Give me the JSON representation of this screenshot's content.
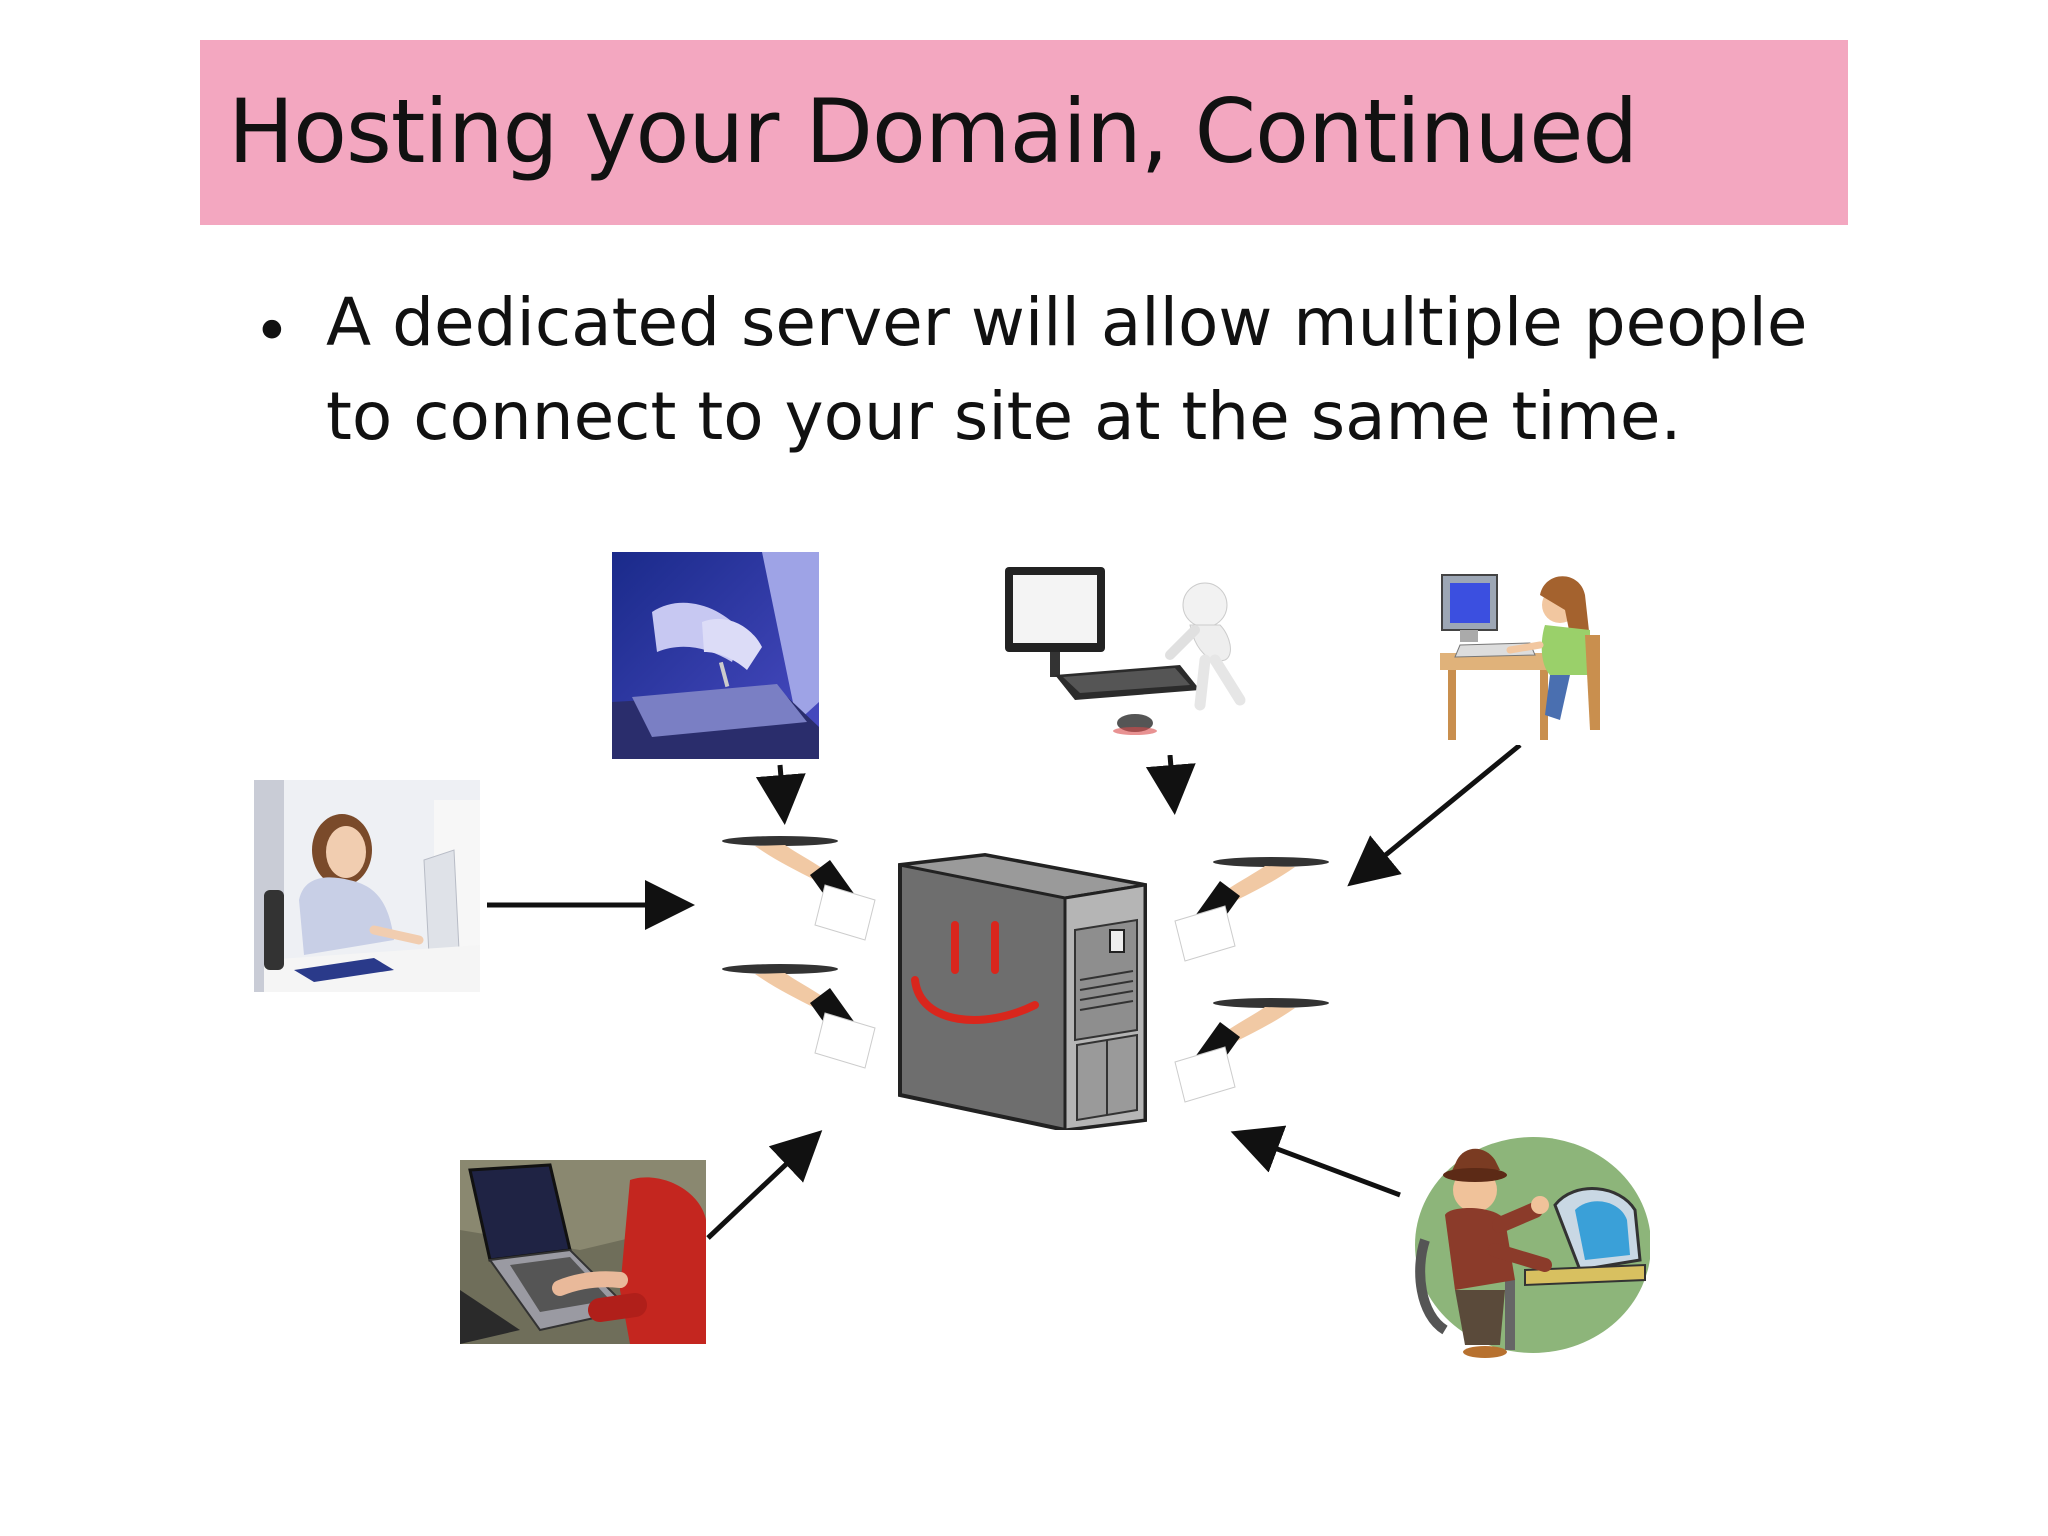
{
  "slide": {
    "title": "Hosting your Domain, Continued",
    "bullet": "A dedicated server will allow multiple people to connect to your site at the same time."
  },
  "colors": {
    "title_bar": "#f3a7c0",
    "text": "#111111",
    "server_body": "#8a8a8a",
    "server_face": "#d9261c",
    "arrow": "#111111"
  },
  "diagram": {
    "center": "server-with-serving-trays-icon",
    "users": [
      "person-typing-on-laptop-photo",
      "3d-figure-at-computer-image",
      "girl-at-desktop-computer-clipart",
      "woman-at-desk-computer-photo",
      "person-with-laptop-on-lap-photo",
      "angry-man-at-computer-clipart"
    ]
  }
}
